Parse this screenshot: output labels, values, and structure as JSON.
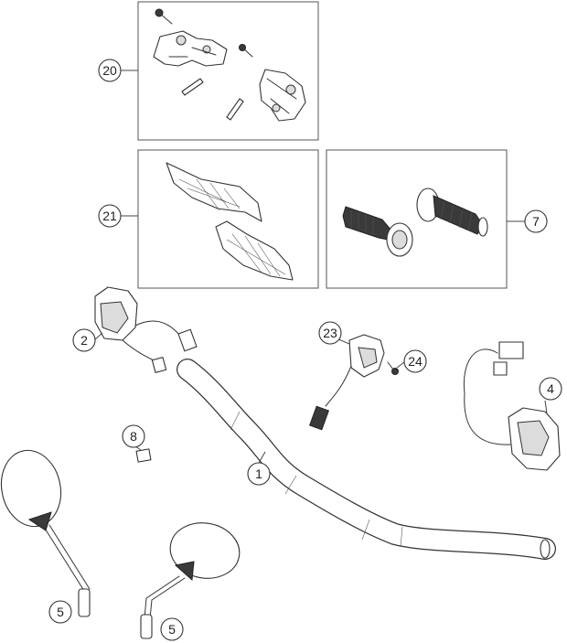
{
  "callouts": [
    {
      "id": "c20",
      "label": "20"
    },
    {
      "id": "c21",
      "label": "21"
    },
    {
      "id": "c7",
      "label": "7"
    },
    {
      "id": "c2",
      "label": "2"
    },
    {
      "id": "c23",
      "label": "23"
    },
    {
      "id": "c24",
      "label": "24"
    },
    {
      "id": "c4",
      "label": "4"
    },
    {
      "id": "c8",
      "label": "8"
    },
    {
      "id": "c1",
      "label": "1"
    },
    {
      "id": "c5a",
      "label": "5"
    },
    {
      "id": "c5b",
      "label": "5"
    }
  ]
}
